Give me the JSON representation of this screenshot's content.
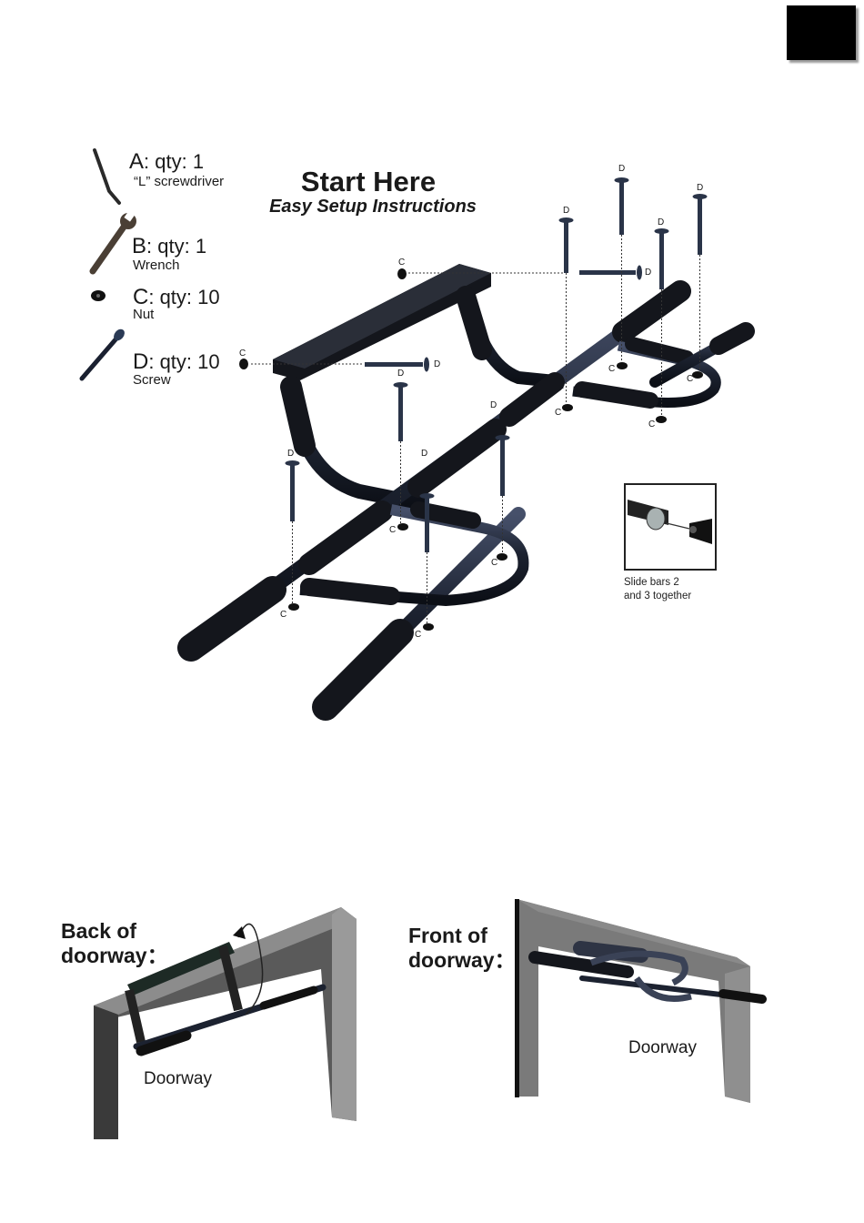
{
  "header": {
    "title": "Start Here",
    "subtitle": "Easy Setup Instructions"
  },
  "parts": [
    {
      "letter": "A",
      "qty": ": qty: 1",
      "name": "“L” screwdriver",
      "icon": "l-screwdriver-icon"
    },
    {
      "letter": "B",
      "qty": ": qty: 1",
      "name": "Wrench",
      "icon": "wrench-icon"
    },
    {
      "letter": "C",
      "qty": ": qty: 10",
      "name": "Nut",
      "icon": "nut-icon"
    },
    {
      "letter": "D",
      "qty": ": qty: 10",
      "name": "Screw",
      "icon": "screw-icon"
    }
  ],
  "diagram_labels": {
    "nut": "C",
    "screw": "D"
  },
  "inset": {
    "caption_line1": "Slide bars 2",
    "caption_line2": "and 3 together"
  },
  "doorways": {
    "back": {
      "heading_line1": "Back of",
      "heading_line2": "doorway：",
      "label": "Doorway"
    },
    "front": {
      "heading_line1": "Front of",
      "heading_line2": "doorway：",
      "label": "Doorway"
    }
  },
  "colors": {
    "bar": "#1c2230",
    "foam": "#14161c",
    "frame_light": "#8a8a8a",
    "frame_dark": "#3a3a3a"
  }
}
